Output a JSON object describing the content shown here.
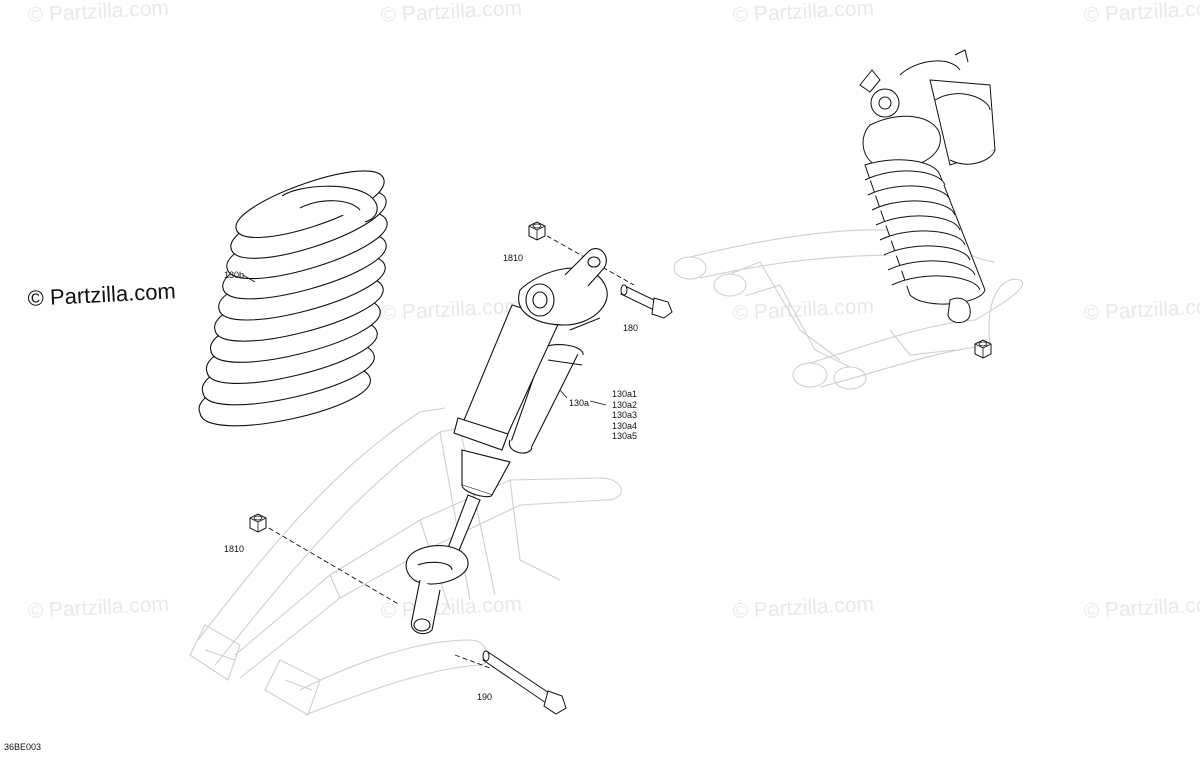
{
  "watermark": {
    "text": "© Partzilla.com"
  },
  "brand": {
    "text": "© Partzilla.com"
  },
  "diagram_code": "36BE003",
  "callouts": {
    "spring": "130b",
    "nut_top": "1810",
    "bolt_top": "180",
    "shock": "130a",
    "shock_variants": [
      "130a1",
      "130a2",
      "130a3",
      "130a4",
      "130a5"
    ],
    "nut_bottom": "1810",
    "bolt_bottom": "190"
  },
  "colors": {
    "ink": "#111111",
    "ghost": "#cfcfcf",
    "watermark": "#e9e9e9"
  }
}
